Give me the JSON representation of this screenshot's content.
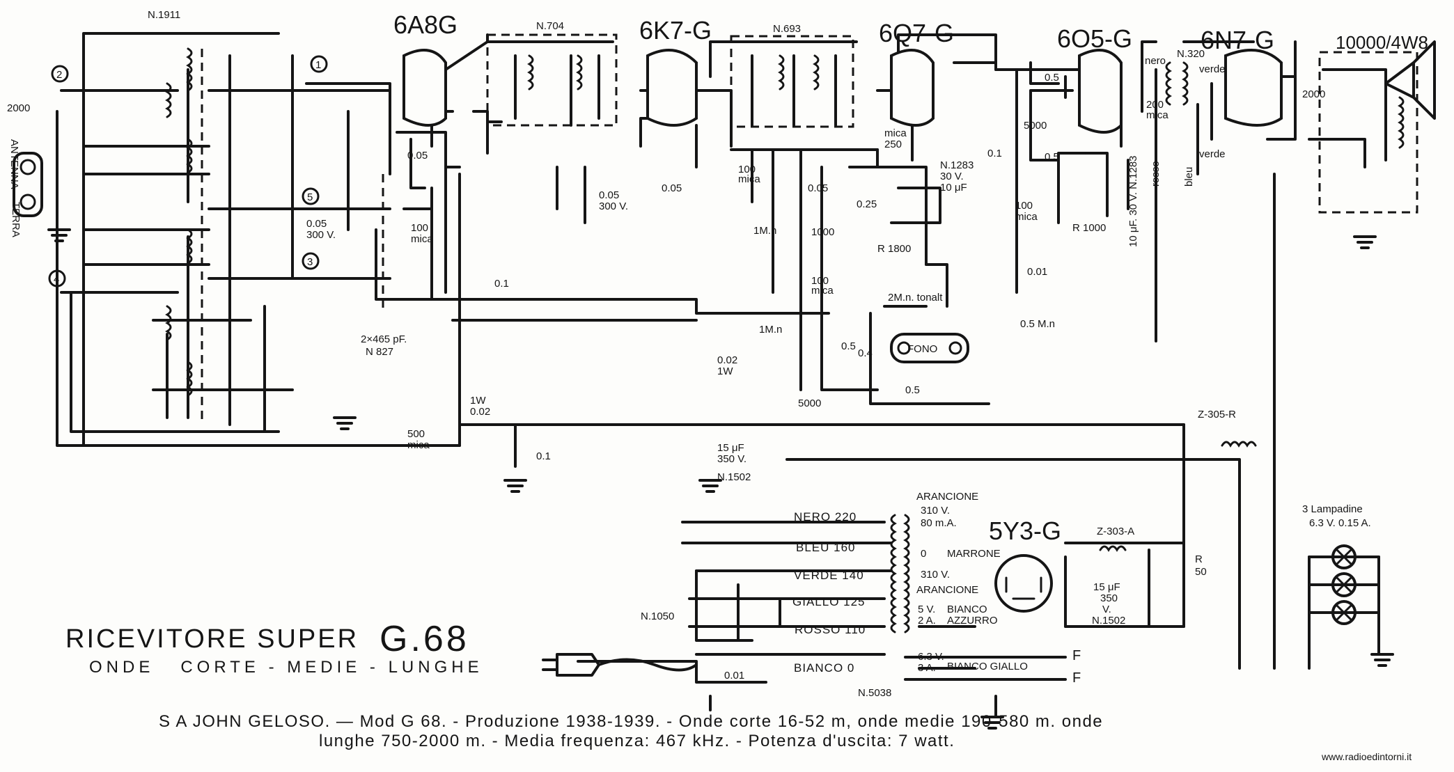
{
  "tubes": {
    "t1": "6A8G",
    "t2": "6K7-G",
    "t3": "6Q7-G",
    "t4": "6O5-G",
    "t5": "6N7-G",
    "speaker": "10000/4W8",
    "rect": "5Y3-G"
  },
  "parts": {
    "osc_coil": "N.1911",
    "if1": "N.704",
    "if2": "N.693",
    "out_tr": "N.320",
    "choke1": "Z-305-R",
    "choke2": "Z-303-A",
    "mains_tr": "N.5038",
    "selector": "N.1050",
    "gang": "2×465 pF.",
    "gang_n": "N 827",
    "c_2000": "2000",
    "c_005_300": "0.05",
    "c_005_300b": "300 V.",
    "c_100mica": "100",
    "c_100mica_b": "mica",
    "r_005": "0.05",
    "r_01": "0.1",
    "r_002_1w": "0.02",
    "r_002_1w_b": "1W",
    "c_005_300c": "0.05",
    "c_005_300d": "300 V.",
    "c_005": "0.05",
    "r_1mohm": "1M.n",
    "r_1mohm2": "1M.n",
    "c_100mica2": "100",
    "c_100mica2b": "mica",
    "c_mica250": "mica",
    "c_mica250b": "250",
    "c_10uf": "N.1283",
    "c_10uf_b": "30 V.",
    "c_10uf_c": "10 μF",
    "r_025": "0.25",
    "r_1800": "R 1800",
    "r_005b": "0.05",
    "c_1000": "1000",
    "c_100mica3": "100",
    "c_100mica3b": "mica",
    "pot": "2M.n. tonalt",
    "fono": "FONO",
    "r_05a": "0.5",
    "r_05b": "0.5",
    "r_04": "0.4",
    "c_5000a": "5000",
    "r_01b": "0.1",
    "c_001": "0.01",
    "r_05M": "0.5 M.n",
    "r_05c": "0.5",
    "c_5000b": "5000",
    "c_100mica4": "100",
    "c_100mica4b": "mica",
    "r_05d": "0.5",
    "r_1000": "R 1000",
    "c_10uf2": "10 μF. 30 V. N.1283",
    "c_200mica": "200",
    "c_200micab": "mica",
    "nero": "nero",
    "verde1": "verde",
    "verde2": "verde",
    "rosso": "rosso",
    "bleu": "bleu",
    "c_2000b": "2000",
    "c_500mica": "500",
    "c_500micab": "mica",
    "r_002": "1W",
    "r_002b": "0.02",
    "c_01": "0.1",
    "c_15uf": "15 μF",
    "c_15uf_b": "350 V.",
    "c_15uf_c": "N.1502",
    "c_15uf2": "15 μF",
    "c_15uf2b": "350",
    "c_15uf2c": "V.",
    "c_15uf2d": "N.1502",
    "c_001b": "0.01",
    "r_50": "R",
    "r_50b": "50",
    "lamps": "3 Lampadine",
    "lamps_b": "6.3 V. 0.15 A.",
    "ant": "ANTENNA",
    "terra": "TERRA",
    "c_2000_ant": "2000"
  },
  "terminals": [
    "1",
    "2",
    "3",
    "4",
    "5"
  ],
  "winding_labels": [
    "NERO 220",
    "BLEU 160",
    "VERDE 140",
    "GIALLO 125",
    "ROSSO 110",
    "BIANCO 0"
  ],
  "secondary_labels": {
    "arancione1": "ARANCIONE",
    "hv": "310 V.",
    "ma": "80 m.A.",
    "zero": "0",
    "marrone": "MARRONE",
    "hv2": "310 V.",
    "arancione2": "ARANCIONE",
    "fil5v": "5 V.",
    "fil2a": "2 A.",
    "bianco_azzurro": "BIANCO",
    "azzurro": "AZZURRO",
    "fil63": "6.3 V.",
    "fil3a": "3 A.",
    "bianco_giallo": "BIANCO GIALLO",
    "f1": "F",
    "f2": "F"
  },
  "title": {
    "line1": "RICEVITORE SUPER",
    "model": "G.68",
    "line2": "ONDE   CORTE - MEDIE - LUNGHE"
  },
  "footer": {
    "line1": "S A JOHN GELOSO. — Mod G 68. - Produzione 1938-1939. - Onde corte 16-52 m, onde medie 190-580 m. onde",
    "line2": "lunghe 750-2000 m. - Media frequenza: 467 kHz. - Potenza d'uscita: 7 watt."
  },
  "watermark": "www.radioedintorni.it"
}
